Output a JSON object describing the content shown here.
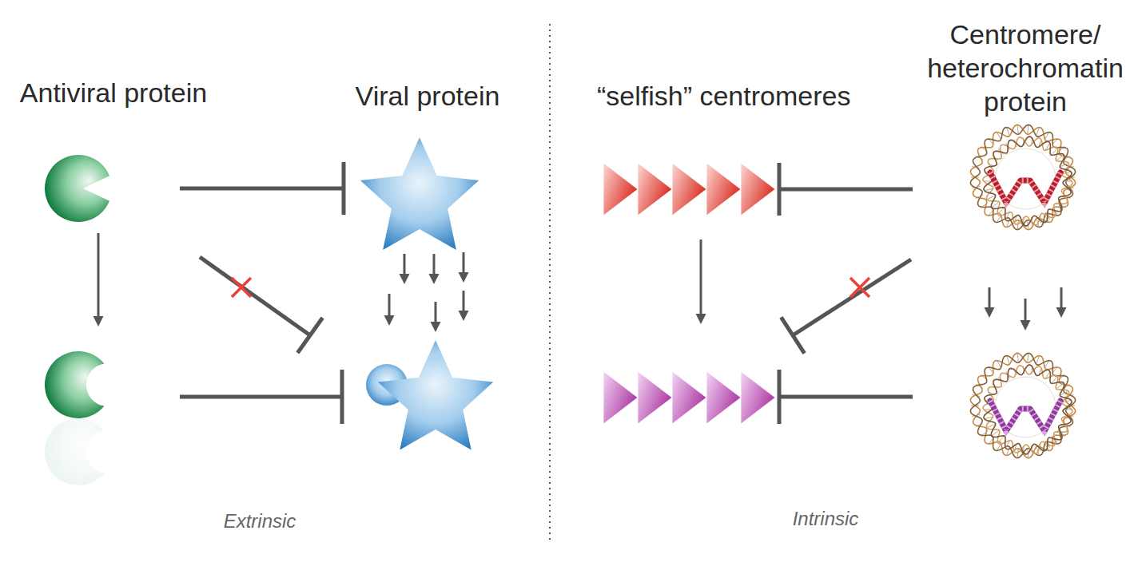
{
  "diagram": {
    "nodes": [
      {
        "text": [
          "Antiviral protein"
        ]
      },
      {
        "text": [
          "Viral protein"
        ]
      },
      {
        "text": [
          "“selfish” centromeres"
        ]
      },
      {
        "text": [
          "Centromere/ heterochromatin protein"
        ]
      }
    ],
    "edges": [
      {
        "from": 0,
        "to": 1,
        "arrow": "to"
      },
      {
        "from": 3,
        "to": 2,
        "arrow": "to"
      }
    ],
    "labels": [
      "Extrinsic",
      "Intrinsic"
    ]
  }
}
